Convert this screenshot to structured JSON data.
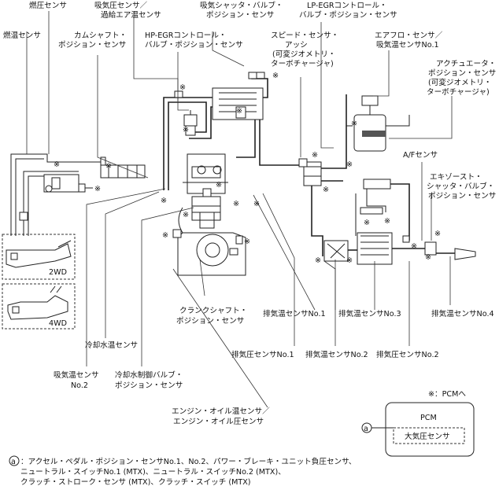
{
  "labels": {
    "fuel_pressure_sensor": "燃圧センサ",
    "intake_pressure_sensor_1": "吸気圧センサ／",
    "intake_pressure_sensor_2": "過給エア温センサ",
    "intake_shutter_1": "吸気シャッタ・バルブ・",
    "intake_shutter_2": "ポジション・センサ",
    "lp_egr_1": "LP-EGRコントロール・",
    "lp_egr_2": "バルブ・ポジション・センサ",
    "fuel_temp_sensor": "燃温センサ",
    "camshaft_1": "カムシャフト・",
    "camshaft_2": "ポジション・センサ",
    "hp_egr_1": "HP-EGRコントロール・",
    "hp_egr_2": "バルブ・ポジション・センサ",
    "speed_sensor_1": "スピード・センサ・",
    "speed_sensor_2": "アッシ",
    "speed_sensor_3": "(可変ジオメトリ・",
    "speed_sensor_4": "ターボチャージャ)",
    "airflow_1": "エアフロ・センサ／",
    "airflow_2": "吸気温センサNo.1",
    "actuator_1": "アクチュエータ・",
    "actuator_2": "ポジション・センサ",
    "actuator_3": "(可変ジオメトリ・",
    "actuator_4": "ターボチャージャ)",
    "af_sensor": "A/Fセンサ",
    "exhaust_shutter_1": "エキゾースト・",
    "exhaust_shutter_2": "シャッタ・バルブ・",
    "exhaust_shutter_3": "ポジション・センサ",
    "wd2": "2WD",
    "wd4": "4WD",
    "crankshaft_1": "クランクシャフト・",
    "crankshaft_2": "ポジション・センサ",
    "exh_temp_1": "排気温センサNo.1",
    "exh_temp_3": "排気温センサNo.3",
    "exh_temp_4": "排気温センサNo.4",
    "coolant_temp": "冷却水温センサ",
    "exh_press_1": "排気圧センサNo.1",
    "exh_temp_2": "排気温センサNo.2",
    "exh_press_2": "排気圧センサNo.2",
    "intake_temp2_1": "吸気温センサ",
    "intake_temp2_2": "No.2",
    "coolant_valve_1": "冷却水制御バルブ・",
    "coolant_valve_2": "ポジション・センサ",
    "oil_1": "エンジン・オイル温センサ／",
    "oil_2": "エンジン・オイル圧センサ",
    "to_pcm": "※：PCMへ",
    "pcm": "PCM",
    "baro_sensor": "大気圧センサ",
    "circle_a": "a",
    "marker": "※"
  },
  "footnote": {
    "line1": "：アクセル・ペダル・ポジション・センサNo.1、No.2、パワー・ブレーキ・ユニット負圧センサ、",
    "line2": "ニュートラル・スイッチNo.1 (MTX)、ニュートラル・スイッチNo.2 (MTX)、",
    "line3": "クラッチ・ストローク・センサ (MTX)、クラッチ・スイッチ (MTX)"
  }
}
